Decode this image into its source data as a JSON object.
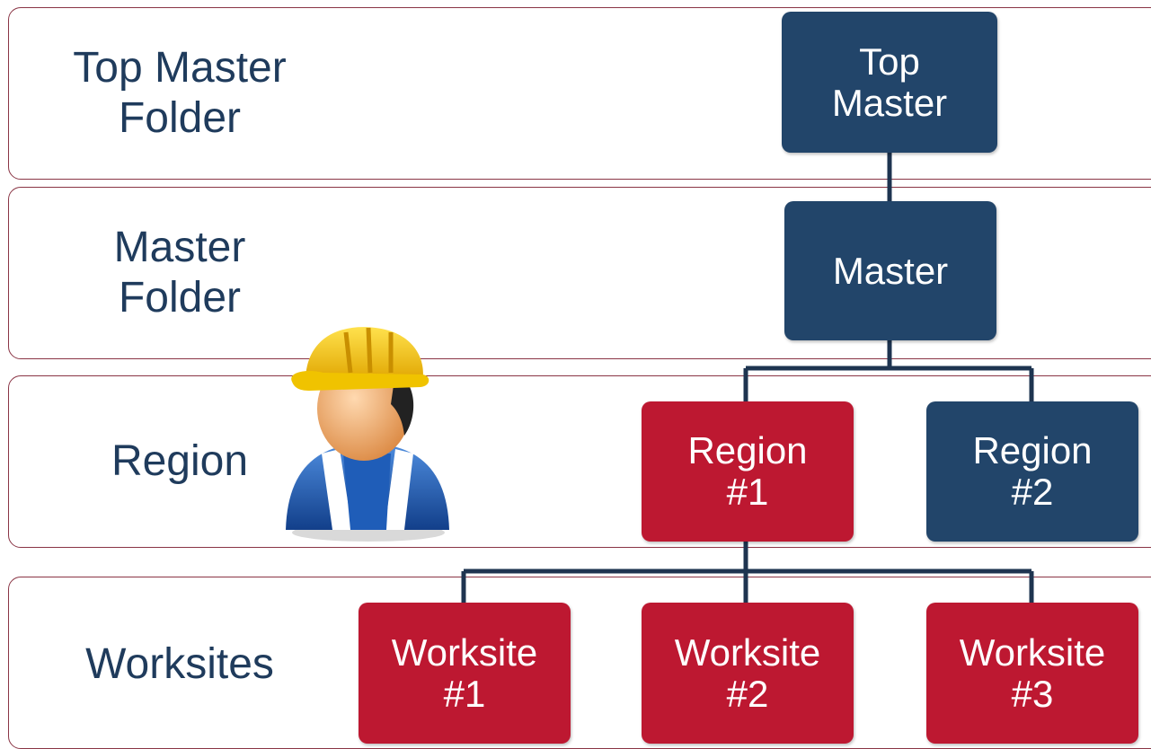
{
  "bands": {
    "top_master_folder": "Top Master\nFolder",
    "master_folder": "Master\nFolder",
    "region": "Region",
    "worksites": "Worksites"
  },
  "nodes": {
    "top_master": "Top\nMaster",
    "master": "Master",
    "region_1": "Region\n#1",
    "region_2": "Region\n#2",
    "worksite_1": "Worksite\n#1",
    "worksite_2": "Worksite\n#2",
    "worksite_3": "Worksite\n#3"
  },
  "colors": {
    "navy": "#22456a",
    "red": "#bd1831",
    "band_border": "#8a3545",
    "label_text": "#1f3b5c"
  },
  "icons": {
    "worker": "construction-worker-hardhat-icon"
  }
}
